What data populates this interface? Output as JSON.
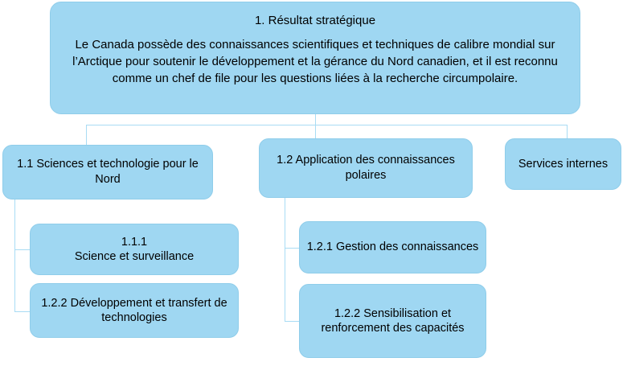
{
  "diagram": {
    "type": "organizational-chart",
    "language": "fr",
    "colors": {
      "node_fill": "#9FD7F2",
      "node_border": "#8FCDEA",
      "connector": "#A9DCF4",
      "text": "#000000",
      "background": "#FFFFFF"
    },
    "root": {
      "title": "1. Résultat stratégique",
      "body": "Le Canada possède des connaissances scientifiques et techniques de calibre mondial sur l’Arctique pour soutenir le développement et la gérance du Nord canadien, et il est reconnu comme un chef de file pour les questions liées à la recherche circumpolaire."
    },
    "level2": [
      {
        "label": "1.1 Sciences et technologie pour le Nord"
      },
      {
        "label": "1.2 Application des connaissances polaires"
      },
      {
        "label": "Services internes"
      }
    ],
    "level3_left": [
      {
        "label": "1.1.1\nScience et surveillance"
      },
      {
        "label": "1.2.2 Développement et transfert de technologies"
      }
    ],
    "level3_right": [
      {
        "label": "1.2.1 Gestion des connaissances"
      },
      {
        "label": "1.2.2 Sensibilisation et renforcement des capacités"
      }
    ]
  }
}
